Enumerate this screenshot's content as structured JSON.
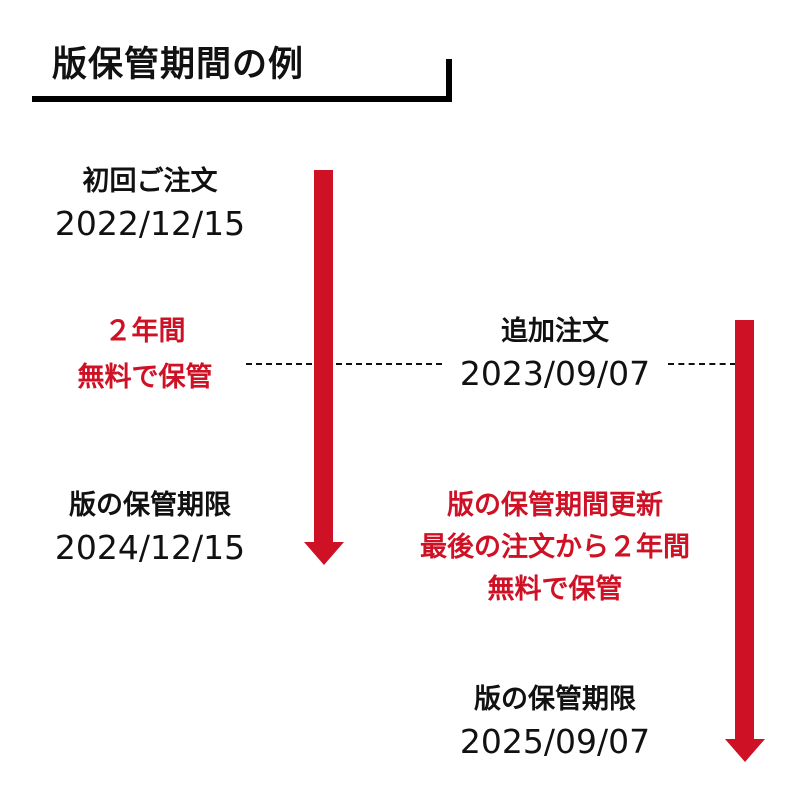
{
  "title": "版保管期間の例",
  "colors": {
    "accent": "#cf1126",
    "text": "#111111",
    "background": "#ffffff"
  },
  "left_column": {
    "first_order": {
      "label": "初回ご注文",
      "date": "2022/12/15"
    },
    "free_storage": {
      "line1": "２年間",
      "line2": "無料で保管"
    },
    "storage_limit": {
      "label": "版の保管期限",
      "date": "2024/12/15"
    }
  },
  "right_column": {
    "additional_order": {
      "label": "追加注文",
      "date": "2023/09/07"
    },
    "renewal": {
      "line1": "版の保管期間更新",
      "line2": "最後の注文から２年間",
      "line3": "無料で保管"
    },
    "storage_limit": {
      "label": "版の保管期限",
      "date": "2025/09/07"
    }
  },
  "icons": {
    "arrow1": "down-arrow-icon",
    "arrow2": "down-arrow-icon"
  }
}
